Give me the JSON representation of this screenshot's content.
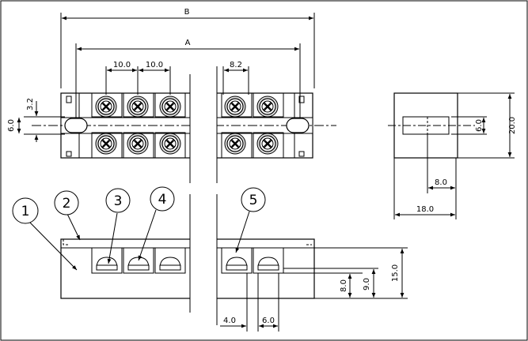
{
  "dimensions": {
    "B": "B",
    "A": "A",
    "pitch_1": "10.0",
    "pitch_2": "10.0",
    "pitch_3": "8.2",
    "slot_offset": "3.2",
    "slot_width": "6.0",
    "side_slot": "6.0",
    "side_height": "20.0",
    "side_offset": "8.0",
    "side_width": "18.0",
    "height_8": "8.0",
    "height_9": "9.0",
    "height_15": "15.0",
    "front_4": "4.0",
    "front_6": "6.0"
  },
  "callouts": [
    "1",
    "2",
    "3",
    "4",
    "5"
  ]
}
